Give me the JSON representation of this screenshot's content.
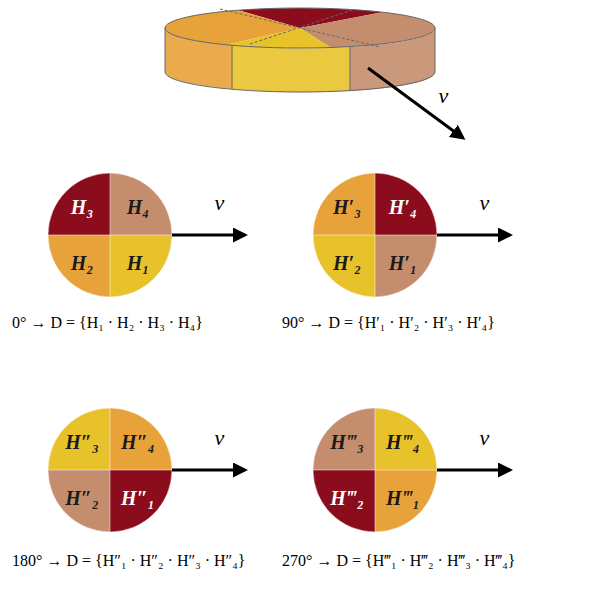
{
  "diagram": {
    "nodes": [
      {
        "text": [
          "H₃"
        ]
      },
      {
        "text": [
          "H₄"
        ]
      },
      {
        "text": [
          "H₂"
        ]
      },
      {
        "text": [
          "H₁"
        ]
      },
      {
        "text": [
          "H′₃"
        ]
      },
      {
        "text": [
          "H′₄"
        ]
      },
      {
        "text": [
          "H′₂"
        ]
      },
      {
        "text": [
          "H′₁"
        ]
      },
      {
        "text": [
          "H″₃"
        ]
      },
      {
        "text": [
          "H″₄"
        ]
      },
      {
        "text": [
          "H″₂"
        ]
      },
      {
        "text": [
          "H″₁"
        ]
      },
      {
        "text": [
          "H‴₃"
        ]
      },
      {
        "text": [
          "H‴₄"
        ]
      },
      {
        "text": [
          "H‴₂"
        ]
      },
      {
        "text": [
          "H‴₁"
        ]
      }
    ],
    "labels": [
      "v⃗",
      "v⃗",
      "0° → D = {H₁ · H₂ · H₃ · H₄}",
      "v⃗",
      "90° → D = {H′₁ · H′₂ · H′₃ · H′₄}",
      "v⃗",
      "180° → D = {H″₁ · H″₂ · H″₃ · H″₄}",
      "v⃗",
      "270° → D = {H‴₁ · H‴₂ · H‴₃ · H‴₄}"
    ]
  }
}
